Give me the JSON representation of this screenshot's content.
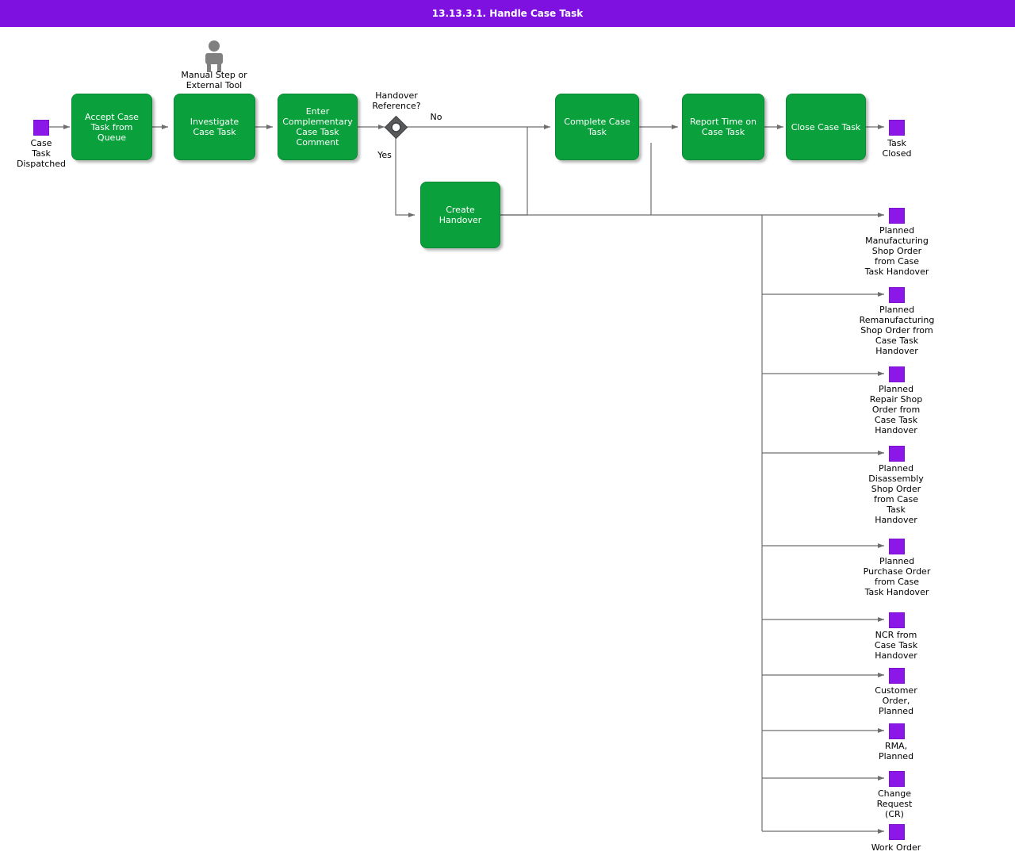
{
  "title": "13.13.3.1. Handle Case Task",
  "colors": {
    "title_bar": "#7f11e0",
    "task_fill": "#0aa03c",
    "event_fill": "#8b18e8",
    "connector": "#6d6d6d",
    "actor": "#808080"
  },
  "actor": {
    "label": "Manual Step or\nExternal Tool",
    "icon": "person-icon"
  },
  "start_event": {
    "label": "Case\nTask\nDispatched"
  },
  "tasks": [
    {
      "id": "accept",
      "label": "Accept Case\nTask from\nQueue"
    },
    {
      "id": "investigate",
      "label": "Investigate\nCase Task"
    },
    {
      "id": "comment",
      "label": "Enter\nComplementary\nCase Task\nComment"
    },
    {
      "id": "handover",
      "label": "Create\nHandover"
    },
    {
      "id": "complete",
      "label": "Complete Case\nTask"
    },
    {
      "id": "report",
      "label": "Report Time on\nCase Task"
    },
    {
      "id": "close",
      "label": "Close Case Task"
    }
  ],
  "gateway": {
    "label": "Handover\nReference?",
    "branch_yes": "Yes",
    "branch_no": "No"
  },
  "end_events": [
    {
      "id": "task-closed",
      "label": "Task\nClosed"
    },
    {
      "id": "planned-manufacturing-shop-order",
      "label": "Planned\nManufacturing\nShop Order\nfrom Case\nTask Handover"
    },
    {
      "id": "planned-remanufacturing-shop-order",
      "label": "Planned\nRemanufacturing\nShop Order from\nCase Task\nHandover"
    },
    {
      "id": "planned-repair-shop-order",
      "label": "Planned\nRepair Shop\nOrder from\nCase Task\nHandover"
    },
    {
      "id": "planned-disassembly-shop-order",
      "label": "Planned\nDisassembly\nShop Order\nfrom Case\nTask\nHandover"
    },
    {
      "id": "planned-purchase-order",
      "label": "Planned\nPurchase Order\nfrom Case\nTask Handover"
    },
    {
      "id": "ncr-from-case-task-handover",
      "label": "NCR from\nCase Task\nHandover"
    },
    {
      "id": "customer-order-planned",
      "label": "Customer\nOrder,\nPlanned"
    },
    {
      "id": "rma-planned",
      "label": "RMA,\nPlanned"
    },
    {
      "id": "change-request-cr",
      "label": "Change\nRequest\n(CR)"
    },
    {
      "id": "work-order",
      "label": "Work Order"
    }
  ]
}
